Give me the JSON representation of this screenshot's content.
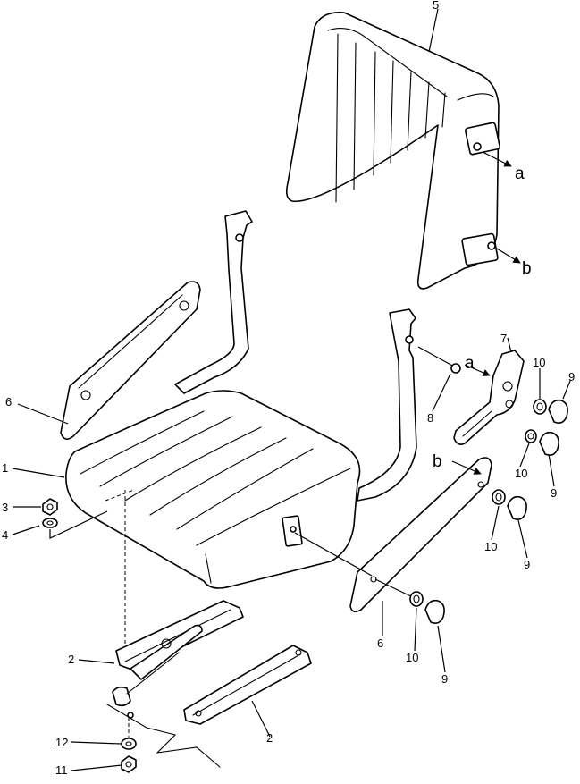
{
  "diagram": {
    "callouts": {
      "c1": "1",
      "c2a": "2",
      "c2b": "2",
      "c3": "3",
      "c4": "4",
      "c5": "5",
      "c6a": "6",
      "c6b": "6",
      "c7": "7",
      "c8": "8",
      "c9a": "9",
      "c9b": "9",
      "c9c": "9",
      "c9d": "9",
      "c10a": "10",
      "c10b": "10",
      "c10c": "10",
      "c10d": "10",
      "c11": "11",
      "c12": "12"
    },
    "ref_letters": {
      "a_top": "a",
      "b_top": "b",
      "a_mid": "a",
      "b_mid": "b"
    }
  }
}
